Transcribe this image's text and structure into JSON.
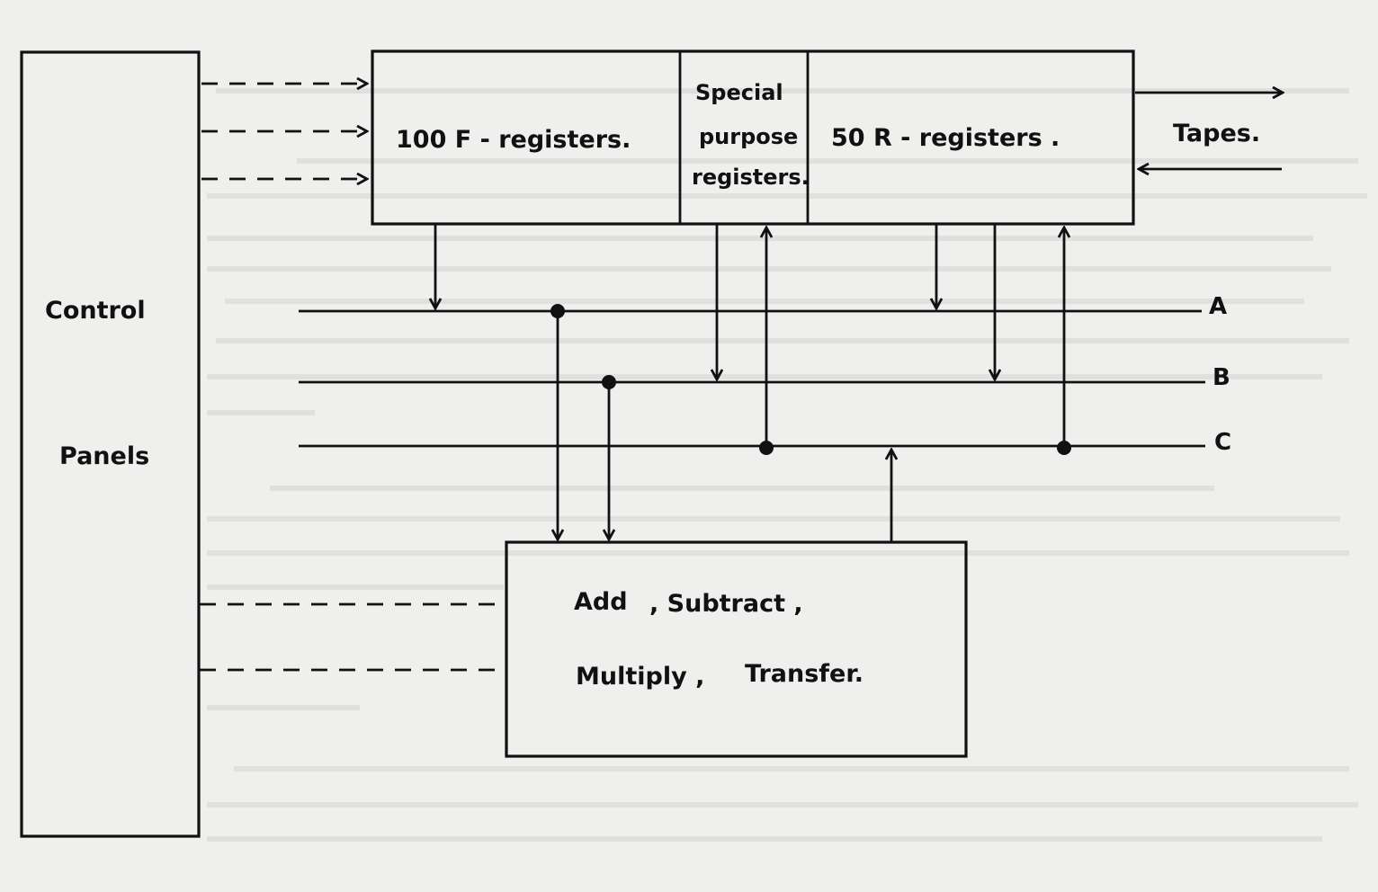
{
  "diagram": {
    "control_panel": {
      "line1": "Control",
      "line2": "Panels"
    },
    "f_registers": "100 F - registers.",
    "special_registers": {
      "line1": "Special",
      "line2": "purpose",
      "line3": "registers."
    },
    "r_registers": "50 R - registers .",
    "tapes": "Tapes.",
    "buses": {
      "a": "A",
      "b": "B",
      "c": "C"
    },
    "arithmetic_unit": {
      "line1_a": "Add",
      "line1_b": ", Subtract ,",
      "line2_a": "Multiply ,",
      "line2_b": "Transfer."
    }
  }
}
